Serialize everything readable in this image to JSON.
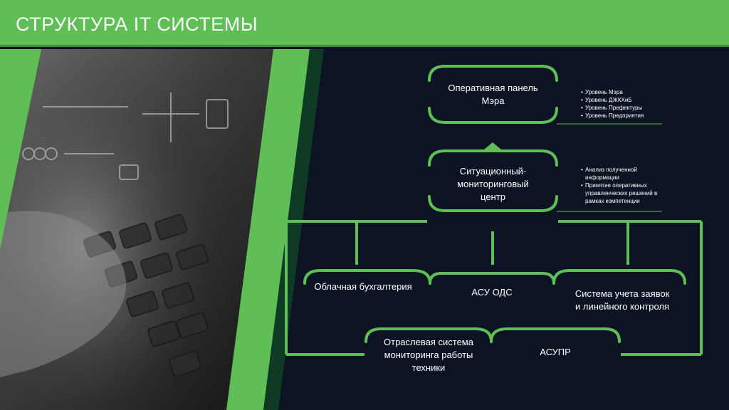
{
  "header": {
    "title": "СТРУКТУРА IT СИСТЕМЫ"
  },
  "nodes": {
    "panel": "Оперативная панель\nМэра",
    "situation_center": "Ситуационный-\nмониторинговый\nцентр",
    "cloud_accounting": "Облачная бухгалтерия",
    "asu_ods": "АСУ ОДС",
    "request_system": "Система учета заявок\nи линейного контроля",
    "industry_monitoring": "Отраслевая система\nмониторинга работы\nтехники",
    "asupr": "АСУПР"
  },
  "panel_levels": [
    "Уровень Мэра",
    "Уровень ДЖКХиБ",
    "Уровень Префектуры",
    "Уровень Предприятия"
  ],
  "center_functions": [
    "Анализ полученной информации",
    "Принятие оперативных управленческих решений в рамках компетенции"
  ],
  "colors": {
    "accent": "#5fbe55",
    "header_bg": "#5fbe55",
    "background": "#0c1322",
    "photo_dark": "#2a2a2a"
  }
}
